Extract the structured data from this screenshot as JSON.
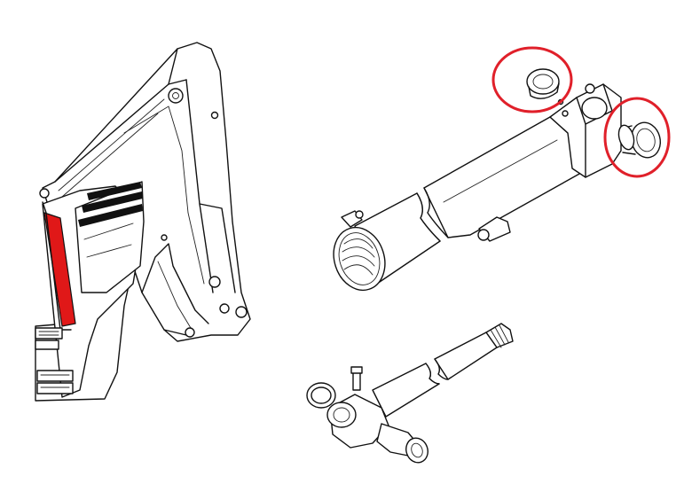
{
  "colors": {
    "line": "#111111",
    "highlight_part": "#e01818",
    "callout_circle": "#e0202a",
    "background": "#ffffff"
  },
  "diagram": {
    "views": [
      {
        "name": "excavator-arm-view",
        "highlighted_part": "boom-cylinder-guard"
      },
      {
        "name": "hydraulic-cylinder-view",
        "callouts": 2
      },
      {
        "name": "piston-rod-view"
      }
    ]
  }
}
